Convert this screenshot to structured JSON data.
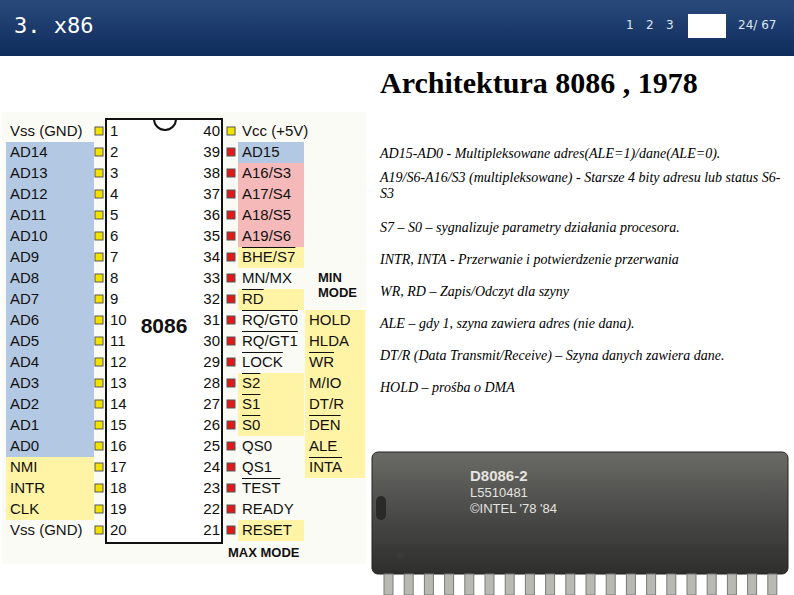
{
  "diagram": {
    "title": "Architektura 8086 , 1978",
    "nodes": [
      {
        "text": [
          "8086"
        ]
      }
    ],
    "labels": [
      "3. x86",
      "1",
      "2",
      "3",
      "24/ 67",
      "Vss (GND)",
      "AD14",
      "AD13",
      "AD12",
      "AD11",
      "AD10",
      "AD9",
      "AD8",
      "AD7",
      "AD6",
      "AD5",
      "AD4",
      "AD3",
      "AD2",
      "AD1",
      "AD0",
      "NMI",
      "INTR",
      "CLK",
      "Vss (GND)",
      "1",
      "2",
      "3",
      "4",
      "5",
      "6",
      "7",
      "8",
      "9",
      "10",
      "11",
      "12",
      "13",
      "14",
      "15",
      "16",
      "17",
      "18",
      "19",
      "20",
      "40",
      "39",
      "38",
      "37",
      "36",
      "35",
      "34",
      "33",
      "32",
      "31",
      "30",
      "29",
      "28",
      "27",
      "26",
      "25",
      "24",
      "23",
      "22",
      "21",
      "Vcc (+5V)",
      "AD15",
      "A16/S3",
      "A17/S4",
      "A18/S5",
      "A19/S6",
      "BHE/S7",
      "MN/MX",
      "RD",
      "RQ/GT0",
      "RQ/GT1",
      "LOCK",
      "S2",
      "S1",
      "S0",
      "QS0",
      "QS1",
      "TEST",
      "READY",
      "RESET",
      "HOLD",
      "HLDA",
      "WR",
      "M/IO",
      "DT/R",
      "DEN",
      "ALE",
      "INTA",
      "MIN MODE",
      "MAX MODE",
      "AD15-AD0 - Multipleksowane adres(ALE=1)/dane(ALE=0).",
      "A19/S6-A16/S3 (multipleksowane) - Starsze 4 bity adresu lub status S6-S3",
      "S7 – S0 – sygnalizuje parametry działania procesora.",
      "INTR, INTA - Przerwanie i potwierdzenie przerwania",
      "WR, RD – Zapis/Odczyt dla szyny",
      "ALE – gdy 1, szyna zawiera adres (nie dana).",
      "DT/R (Data Transmit/Receive) – Szyna danych zawiera dane.",
      "HOLD – prośba o DMA",
      "D8086-2",
      "L5510481",
      "©INTEL '78 '84"
    ]
  }
}
